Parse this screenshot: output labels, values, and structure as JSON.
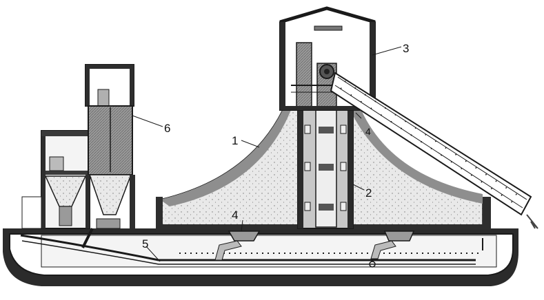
{
  "diagram": {
    "callouts": [
      {
        "id": "silo-dome",
        "label": "1"
      },
      {
        "id": "central-shaft",
        "label": "2"
      },
      {
        "id": "top-building",
        "label": "3"
      },
      {
        "id": "lower-outlet",
        "label": "4"
      },
      {
        "id": "upper-inlet",
        "label": "4"
      },
      {
        "id": "bottom-conveyor",
        "label": "5"
      },
      {
        "id": "left-hopper-tower",
        "label": "6"
      }
    ]
  },
  "colors": {
    "ink": "#1a1a1a",
    "fill_dark": "#8a8a8a",
    "fill_mid": "#b5b5b5",
    "fill_light": "#e4e4e4",
    "paper": "#ffffff"
  }
}
